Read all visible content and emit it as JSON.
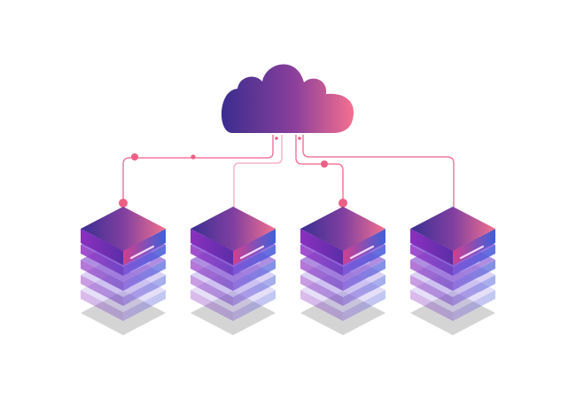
{
  "diagram": {
    "subject": "cloud-server-network",
    "cloud": {
      "icon": "cloud-icon"
    },
    "servers": [
      {
        "id": "server-1",
        "icon": "server-stack-icon",
        "layers": 4
      },
      {
        "id": "server-2",
        "icon": "server-stack-icon",
        "layers": 4
      },
      {
        "id": "server-3",
        "icon": "server-stack-icon",
        "layers": 4
      },
      {
        "id": "server-4",
        "icon": "server-stack-icon",
        "layers": 4
      }
    ],
    "connections": 4
  },
  "colors": {
    "gradient_start": "#3a2d8f",
    "gradient_mid": "#8a3f9b",
    "gradient_end": "#f4708f",
    "connector": "#f27a9e",
    "connector_faint": "#f6b3c6",
    "node_dot": "#ee5f86",
    "shadow": "#d4d4d4",
    "layer_blue": "#4b59d6",
    "layer_purple": "#9a2fc0",
    "layer_light": "#b7a4ea"
  }
}
